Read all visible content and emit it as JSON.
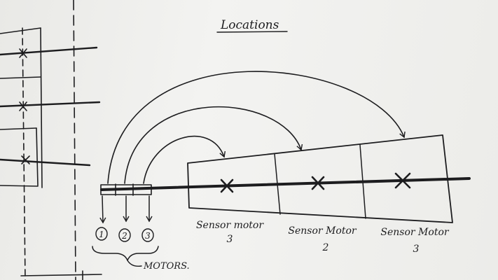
{
  "title": "Locations",
  "sensor_labels": [
    {
      "line1": "Sensor motor",
      "line2": "3"
    },
    {
      "line1": "Sensor Motor",
      "line2": "2"
    },
    {
      "line1": "Sensor Motor",
      "line2": "3"
    }
  ],
  "motor_numbers": [
    "1",
    "2",
    "3"
  ],
  "motors_label": "MOTORS.",
  "colors": {
    "ink": "#1d1d1f",
    "paper": "#efefed"
  }
}
